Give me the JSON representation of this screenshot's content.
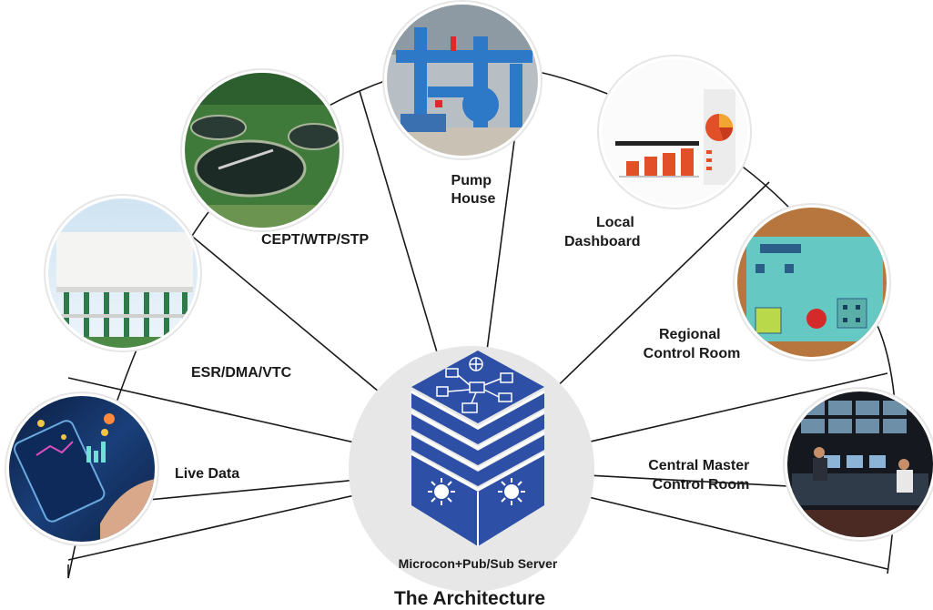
{
  "title": "The Architecture",
  "server": {
    "label": "Microcon+Pub/Sub Server"
  },
  "nodes": [
    {
      "id": "live-data",
      "label": [
        "Live Data"
      ]
    },
    {
      "id": "esr",
      "label": [
        "ESR/DMA/VTC"
      ]
    },
    {
      "id": "cept",
      "label": [
        "CEPT/WTP/STP"
      ]
    },
    {
      "id": "pump",
      "label": [
        "Pump",
        "House"
      ]
    },
    {
      "id": "dashboard",
      "label": [
        "Local",
        "Dashboard"
      ]
    },
    {
      "id": "regional",
      "label": [
        "Regional",
        "Control Room"
      ]
    },
    {
      "id": "central",
      "label": [
        "Central Master",
        "Control Room"
      ]
    }
  ],
  "colors": {
    "cube": "#2e4fa6",
    "line": "#1a1a1a",
    "hub": "#e7e7e7"
  }
}
